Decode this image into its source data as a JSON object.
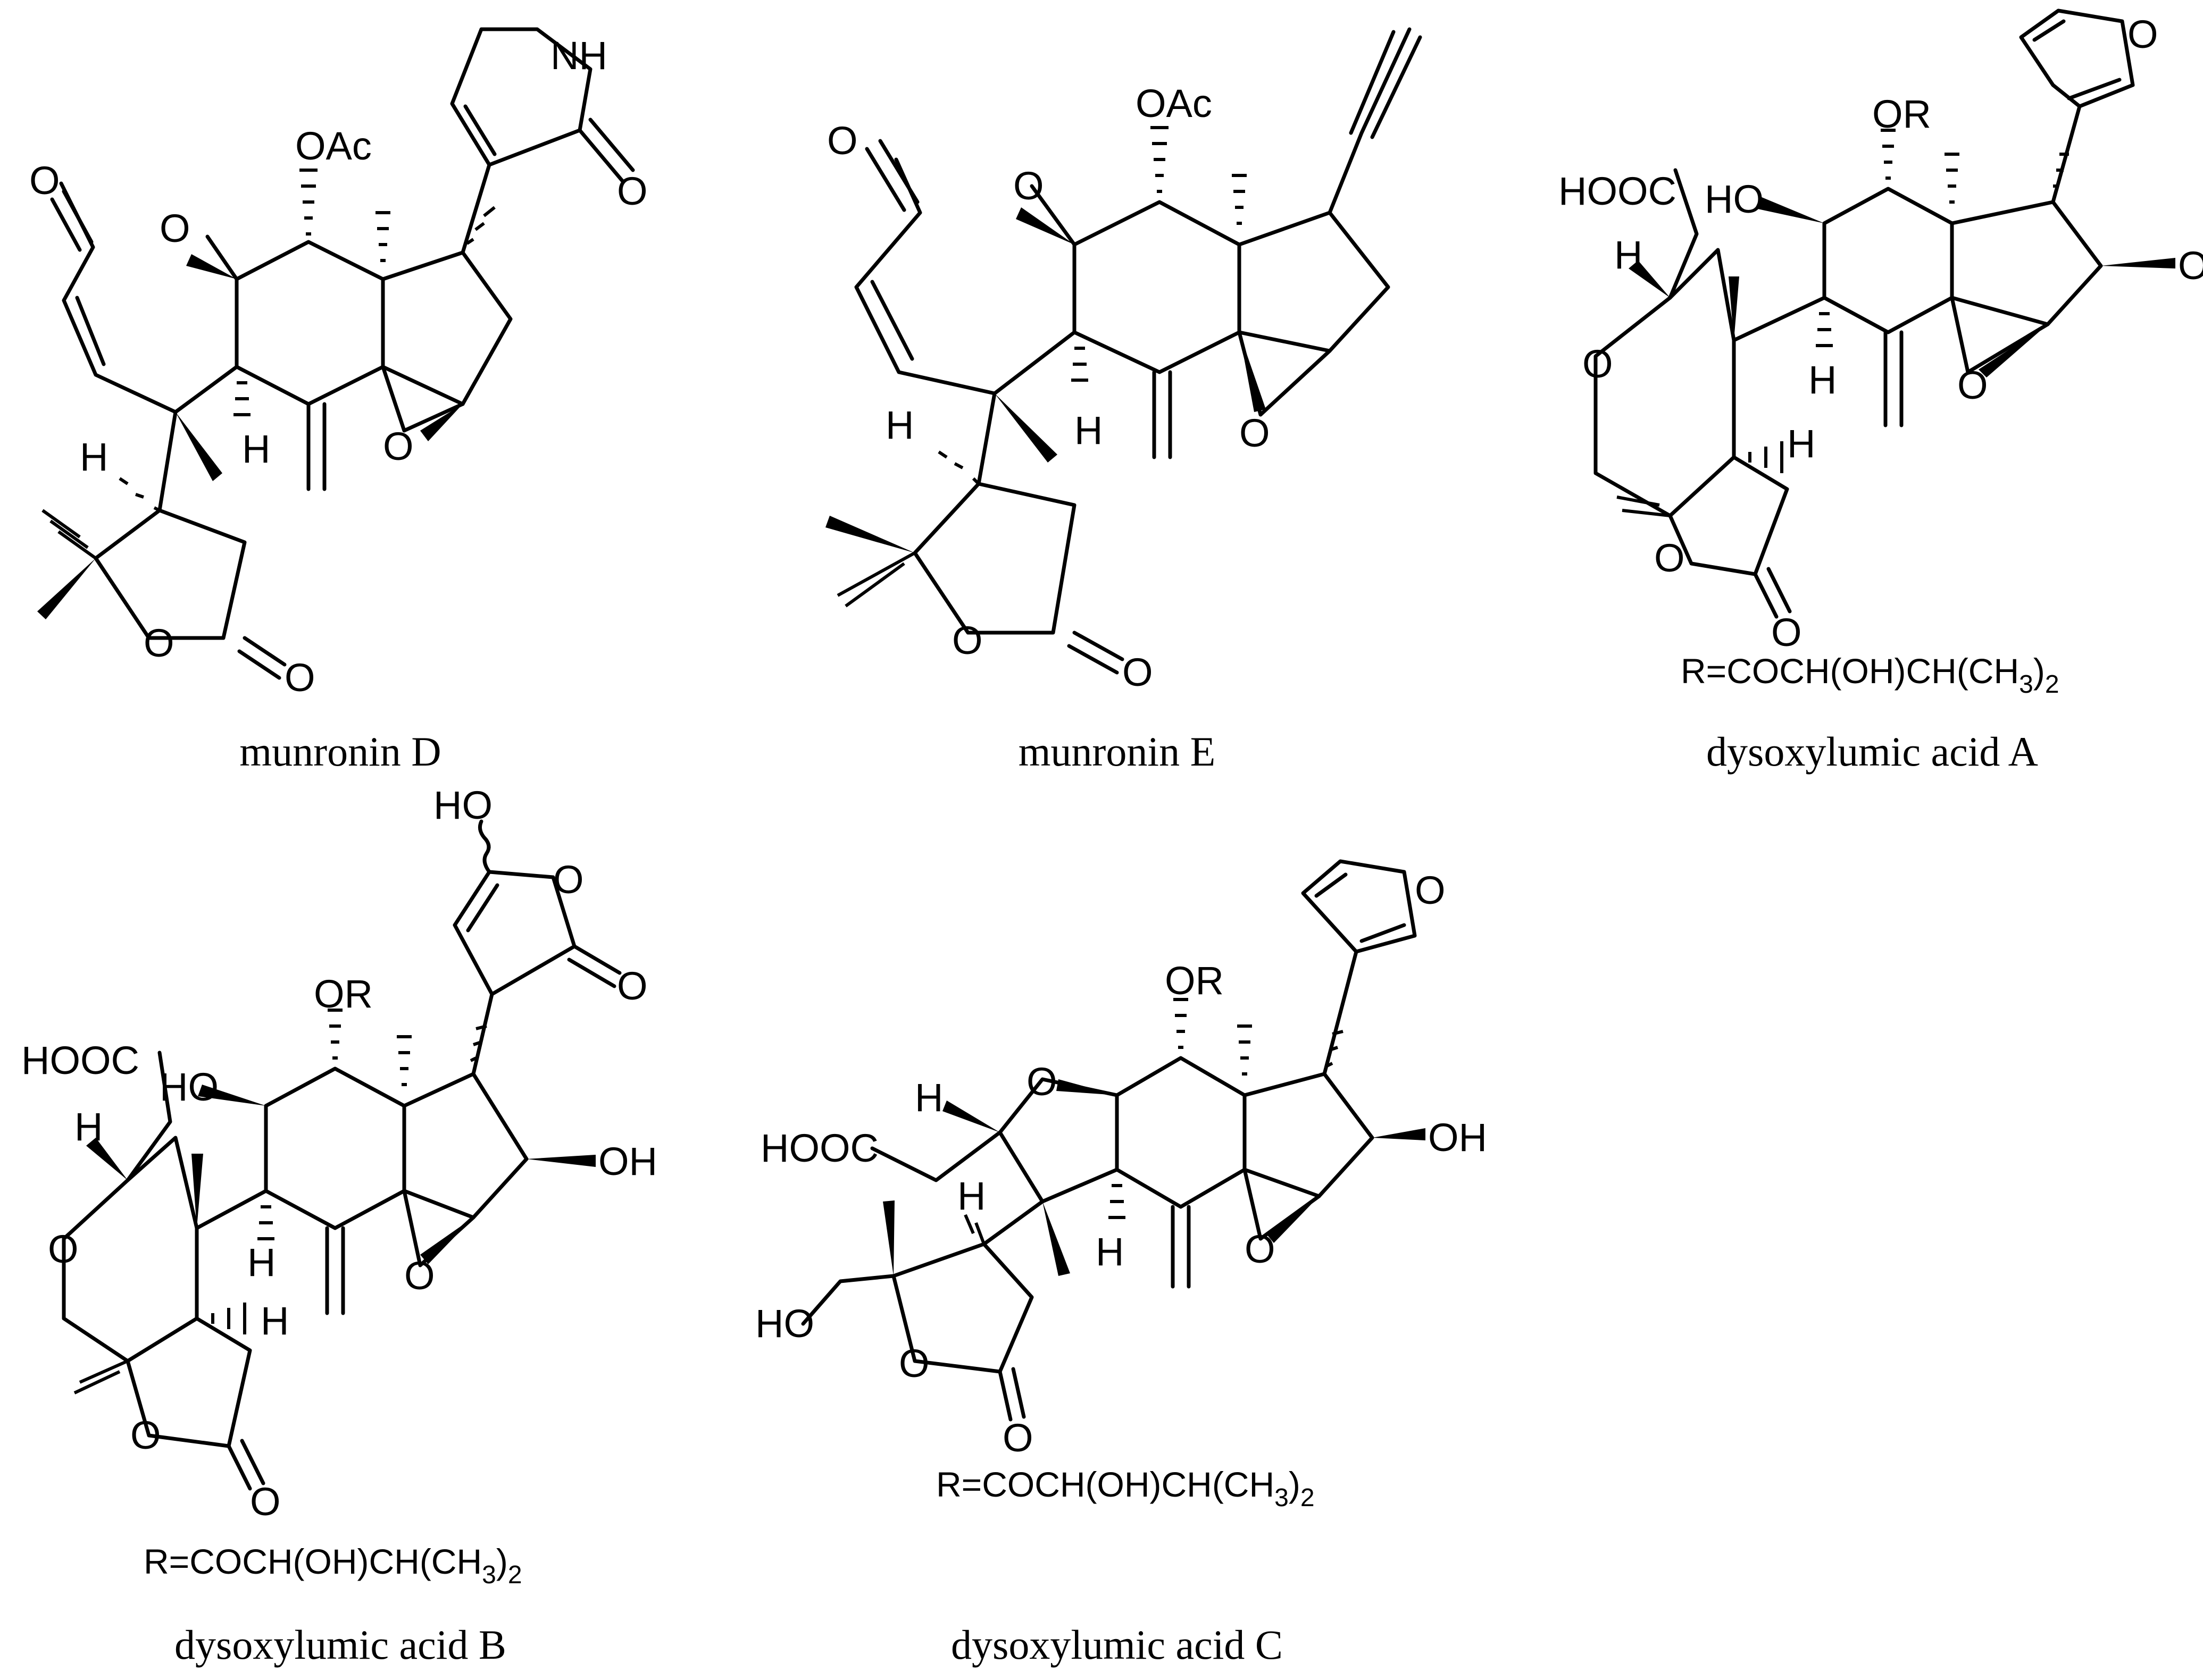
{
  "compounds": [
    {
      "name": "munronin D",
      "labels": {
        "oac": "OAc",
        "nh": "NH",
        "o_amide": "O",
        "o_lac": "O",
        "o_ring": "O",
        "h1": "H",
        "h2": "H",
        "o_ep": "O",
        "o_thf": "O",
        "o_thf_co": "O"
      }
    },
    {
      "name": "munronin E",
      "labels": {
        "oac": "OAc",
        "o_lac": "O",
        "o_ring": "O",
        "h1": "H",
        "h2": "H",
        "o_ep": "O",
        "o_thf": "O",
        "o_thf_co": "O"
      }
    },
    {
      "name": "dysoxylumic acid A",
      "labels": {
        "or": "OR",
        "o_furan": "O",
        "hooc": "HOOC",
        "ho": "HO",
        "oh": "OH",
        "h1": "H",
        "h2": "H",
        "h3": "H",
        "o_pyran": "O",
        "o_ep": "O",
        "o_lac": "O",
        "o_co": "O"
      },
      "r_note": {
        "prefix": "R=COCH(OH)CH(CH",
        "sub": "3",
        "suffix": ")",
        "sub2": "2"
      }
    },
    {
      "name": "dysoxylumic acid B",
      "labels": {
        "ho_top": "HO",
        "o_butenolide": "O",
        "o_co_top": "O",
        "or": "OR",
        "hooc": "HOOC",
        "ho": "HO",
        "oh": "OH",
        "h1": "H",
        "h2": "H",
        "h3": "H",
        "o_pyran": "O",
        "o_ep": "O",
        "o_lac": "O",
        "o_co": "O"
      },
      "r_note": {
        "prefix": "R=COCH(OH)CH(CH",
        "sub": "3",
        "suffix": ")",
        "sub2": "2"
      }
    },
    {
      "name": "dysoxylumic acid C",
      "labels": {
        "o_furan": "O",
        "or": "OR",
        "o_thf_top": "O",
        "h1": "H",
        "hooc": "HOOC",
        "h2": "H",
        "h3": "H",
        "oh": "OH",
        "ho": "HO",
        "o_ep": "O",
        "o_lac": "O",
        "o_co": "O"
      },
      "r_note": {
        "prefix": "R=COCH(OH)CH(CH",
        "sub": "3",
        "suffix": ")",
        "sub2": "2"
      }
    }
  ]
}
